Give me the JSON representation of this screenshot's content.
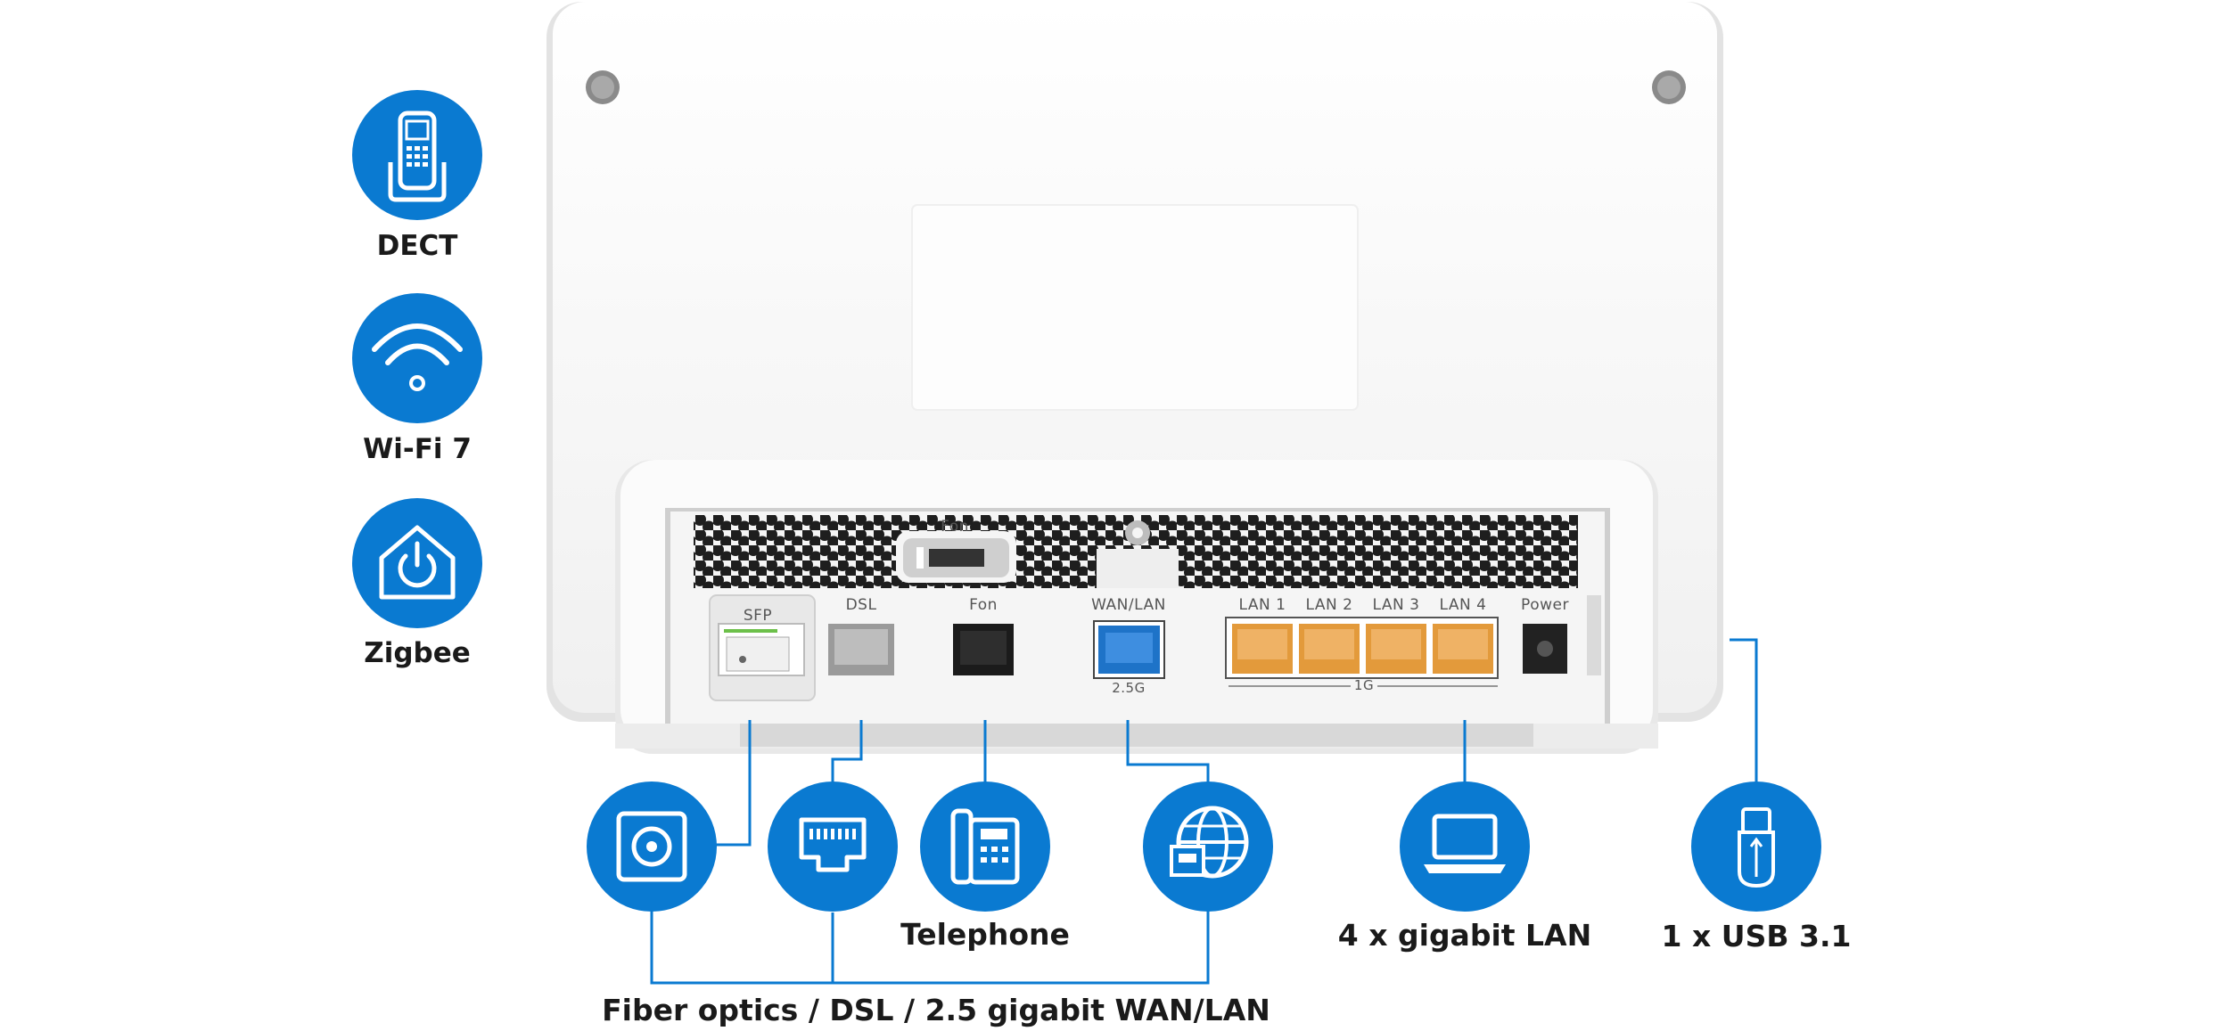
{
  "features": [
    {
      "label": "DECT",
      "icon": "dect-phone-icon"
    },
    {
      "label": "Wi-Fi 7",
      "icon": "wifi-icon"
    },
    {
      "label": "Zigbee",
      "icon": "smart-home-icon"
    }
  ],
  "device": {
    "fon_top": "Fon",
    "ports": {
      "sfp": "SFP",
      "dsl": "DSL",
      "fon": "Fon",
      "wan": "WAN/LAN",
      "wan_speed": "2.5G",
      "lan1": "LAN 1",
      "lan2": "LAN 2",
      "lan3": "LAN 3",
      "lan4": "LAN 4",
      "lan_speed": "1G",
      "power": "Power"
    }
  },
  "connections": {
    "telephone": "Telephone",
    "lan": "4 x gigabit LAN",
    "usb": "1 x USB 3.1",
    "wan_group": "Fiber optics / DSL / 2.5 gigabit WAN/LAN"
  },
  "icons": [
    "fiber-socket-icon",
    "dsl-port-icon",
    "telephone-icon",
    "globe-network-icon",
    "laptop-icon",
    "usb-stick-icon"
  ],
  "colors": {
    "accent_blue": "#0a7ad1",
    "lan_orange": "#e39a3b",
    "wan_blue": "#1e73c8",
    "device_white": "#fafafa"
  }
}
